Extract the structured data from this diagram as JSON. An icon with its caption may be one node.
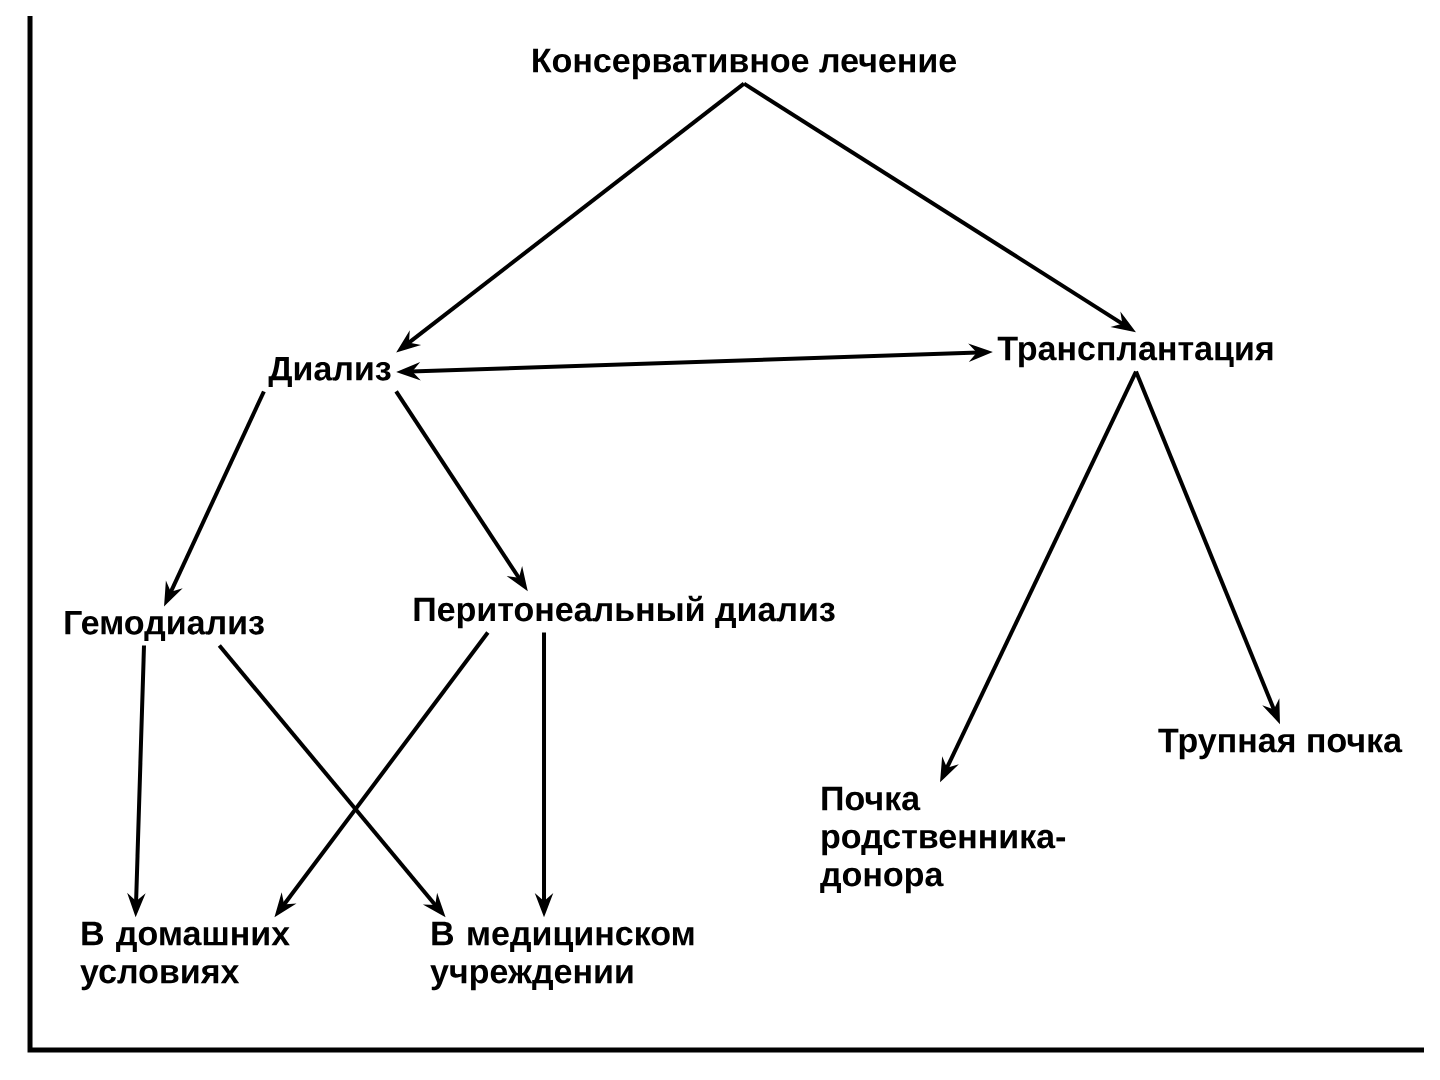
{
  "diagram": {
    "nodes": [
      {
        "text": [
          "Консервативное лечение"
        ]
      },
      {
        "text": [
          "Диализ"
        ]
      },
      {
        "text": [
          "Трансплантация"
        ]
      },
      {
        "text": [
          "Гемодиализ"
        ]
      },
      {
        "text": [
          "Перитонеальный диализ"
        ]
      },
      {
        "text": [
          "Почка родственника-донора"
        ]
      },
      {
        "text": [
          "Трупная почка"
        ]
      },
      {
        "text": [
          "В домашних условиях"
        ]
      },
      {
        "text": [
          "В медицинском учреждении"
        ]
      }
    ],
    "edges": [
      {
        "from": 0,
        "to": 1,
        "arrow": "to"
      },
      {
        "from": 0,
        "to": 2,
        "arrow": "to"
      },
      {
        "from": 1,
        "to": 2,
        "arrow": "both"
      },
      {
        "from": 1,
        "to": 3,
        "arrow": "to"
      },
      {
        "from": 1,
        "to": 4,
        "arrow": "to"
      },
      {
        "from": 2,
        "to": 5,
        "arrow": "to"
      },
      {
        "from": 2,
        "to": 6,
        "arrow": "to"
      },
      {
        "from": 3,
        "to": 7,
        "arrow": "to"
      },
      {
        "from": 3,
        "to": 8,
        "arrow": "to"
      },
      {
        "from": 4,
        "to": 7,
        "arrow": "to"
      },
      {
        "from": 4,
        "to": 8,
        "arrow": "to"
      }
    ]
  }
}
